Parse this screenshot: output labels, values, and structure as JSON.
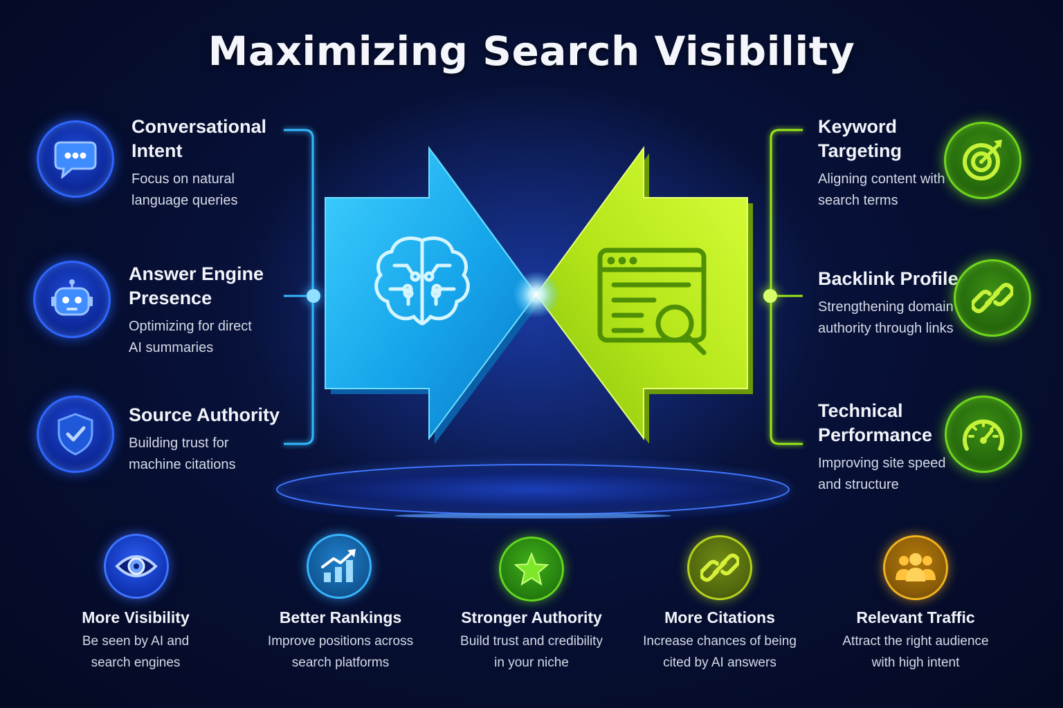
{
  "title": "Maximizing Search Visibility",
  "left_features": [
    {
      "title_line1": "Conversational",
      "title_line2": "Intent",
      "desc_line1": "Focus on natural",
      "desc_line2": "language queries",
      "icon": "chat-bubble-icon"
    },
    {
      "title_line1": "Answer Engine",
      "title_line2": "Presence",
      "desc_line1": "Optimizing for direct",
      "desc_line2": "AI summaries",
      "icon": "robot-icon"
    },
    {
      "title_line1": "Source Authority",
      "title_line2": "",
      "desc_line1": "Building trust for",
      "desc_line2": "machine citations",
      "icon": "shield-check-icon"
    }
  ],
  "right_features": [
    {
      "title_line1": "Keyword",
      "title_line2": "Targeting",
      "desc_line1": "Aligning content with",
      "desc_line2": "search terms",
      "icon": "target-icon"
    },
    {
      "title_line1": "Backlink Profile",
      "title_line2": "",
      "desc_line1": "Strengthening domain",
      "desc_line2": "authority through links",
      "icon": "chain-link-icon"
    },
    {
      "title_line1": "Technical",
      "title_line2": "Performance",
      "desc_line1": "Improving site speed",
      "desc_line2": "and structure",
      "icon": "speedometer-icon"
    }
  ],
  "center": {
    "left_arrow_icon": "brain-circuit-icon",
    "right_arrow_icon": "browser-search-icon",
    "left_color": "#1aa9ec",
    "right_color": "#b6e51a"
  },
  "benefits": [
    {
      "title": "More Visibility",
      "desc_line1": "Be seen by AI and",
      "desc_line2": "search engines",
      "icon": "eye-icon",
      "color": "#2553e6"
    },
    {
      "title": "Better Rankings",
      "desc_line1": "Improve positions across",
      "desc_line2": "search platforms",
      "icon": "bar-chart-up-icon",
      "color": "#1a8fd6"
    },
    {
      "title": "Stronger Authority",
      "desc_line1": "Build trust and credibility",
      "desc_line2": "in your niche",
      "icon": "star-icon",
      "color": "#3aa314"
    },
    {
      "title": "More Citations",
      "desc_line1": "Increase chances of being",
      "desc_line2": "cited by AI answers",
      "icon": "chain-link-icon",
      "color": "#8fa014"
    },
    {
      "title": "Relevant Traffic",
      "desc_line1": "Attract the right audience",
      "desc_line2": "with high intent",
      "icon": "audience-icon",
      "color": "#c48a0c"
    }
  ]
}
